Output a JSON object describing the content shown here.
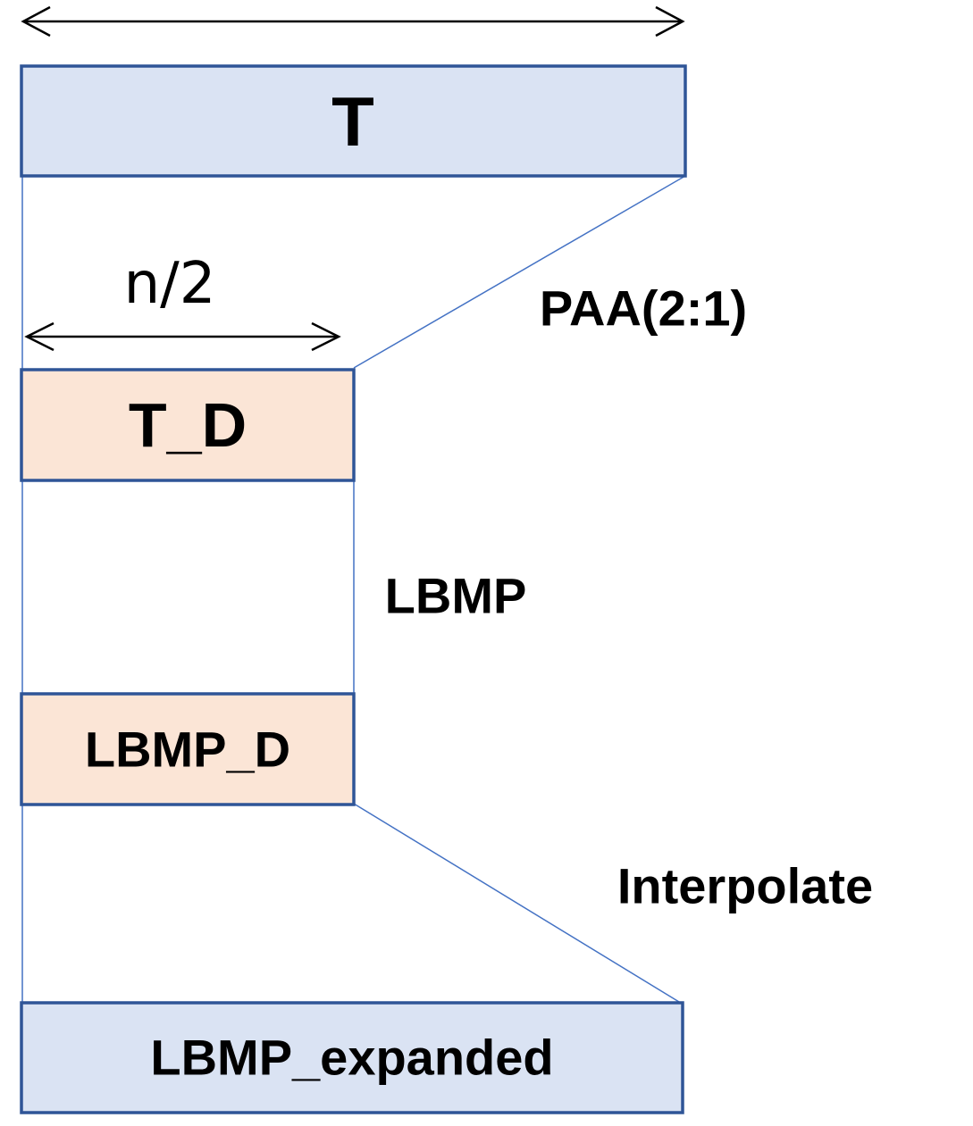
{
  "boxes": {
    "t": {
      "label": "T",
      "fill": "#dae3f3",
      "stroke": "#2f5597"
    },
    "t_d": {
      "label": "T_D",
      "fill": "#fbe5d6",
      "stroke": "#2f5597"
    },
    "lbmp_d": {
      "label": "LBMP_D",
      "fill": "#fbe5d6",
      "stroke": "#2f5597"
    },
    "lbmp_expanded": {
      "label": "LBMP_expanded",
      "fill": "#dae3f3",
      "stroke": "#2f5597"
    }
  },
  "edges": {
    "paa": {
      "label": "PAA(2:1)"
    },
    "lbmp": {
      "label": "LBMP"
    },
    "interpolate": {
      "label": "Interpolate"
    }
  },
  "dimensions": {
    "half_width": {
      "label": "n/2"
    }
  },
  "colors": {
    "connector": "#4472c4",
    "arrow": "#000000"
  }
}
